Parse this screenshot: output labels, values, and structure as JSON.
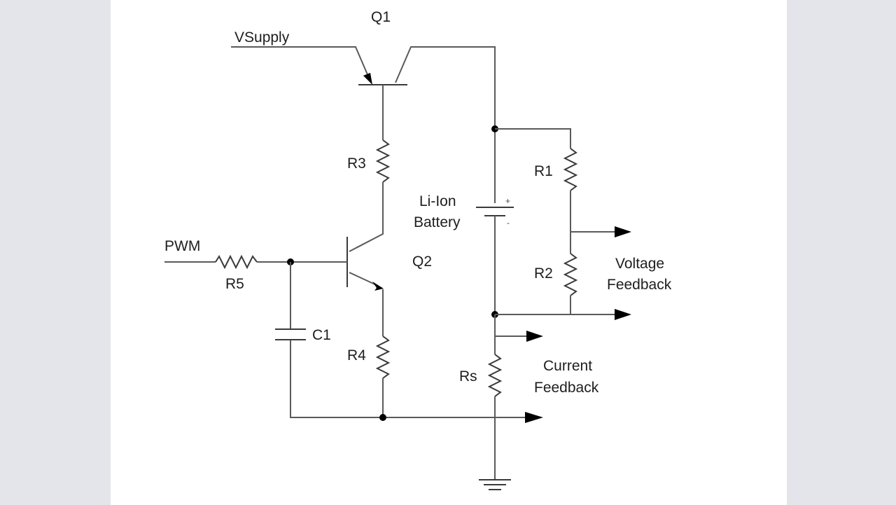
{
  "labels": {
    "q1": "Q1",
    "vsupply": "VSupply",
    "r3": "R3",
    "r1": "R1",
    "battery_line1": "Li-Ion",
    "battery_line2": "Battery",
    "battery_plus": "+",
    "battery_minus": "-",
    "pwm": "PWM",
    "r5": "R5",
    "q2": "Q2",
    "r2": "R2",
    "voltage_fb_line1": "Voltage",
    "voltage_fb_line2": "Feedback",
    "c1": "C1",
    "r4": "R4",
    "rs": "Rs",
    "current_fb_line1": "Current",
    "current_fb_line2": "Feedback"
  }
}
